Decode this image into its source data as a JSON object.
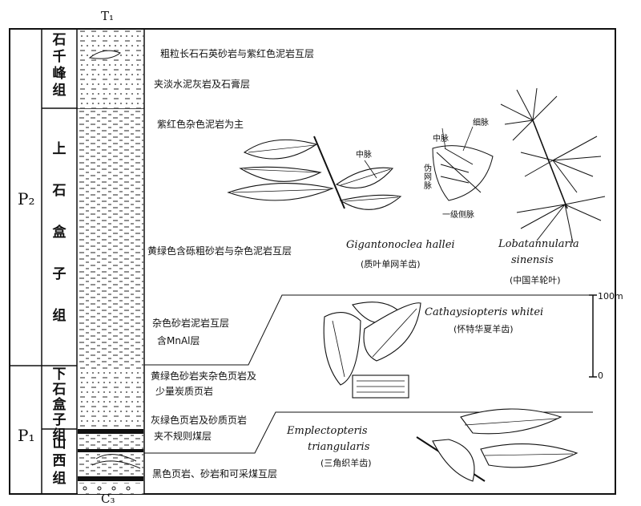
{
  "boundaries": {
    "top": "T₁",
    "bottom": "C₃"
  },
  "series": [
    {
      "id": "p2",
      "label": "P₂"
    },
    {
      "id": "p1",
      "label": "P₁"
    }
  ],
  "formations": [
    {
      "id": "shiqianfeng",
      "label": "石千峰组"
    },
    {
      "id": "shangshihezi",
      "label": "上石盒子组"
    },
    {
      "id": "xiashihezi",
      "label": "下石盒子组"
    },
    {
      "id": "shanxi",
      "label": "山西组"
    }
  ],
  "descriptions": [
    "粗粒长石石英砂岩与紫红色泥岩互层",
    "夹淡水泥灰岩及石膏层",
    "紫红色杂色泥岩为主",
    "黄绿色含砾粗砂岩与杂色泥岩互层",
    "杂色砂岩泥岩互层",
    "含MnAl层",
    "黄绿色砂岩夹杂色页岩及",
    "少量炭质页岩",
    "灰绿色页岩及砂质页岩",
    "夹不规则煤层",
    "黑色页岩、砂岩和可采煤互层"
  ],
  "fossils": [
    {
      "id": "gigantonoclea",
      "latin": "Gigantonoclea hallei",
      "chinese": "(质叶单网羊齿)"
    },
    {
      "id": "lobatannularia",
      "latin": "Lobatannularia",
      "latin2": "sinensis",
      "chinese": "(中国羊轮叶)"
    },
    {
      "id": "cathaysiopteris",
      "latin": "Cathaysiopteris whitei",
      "chinese": "(怀特华夏羊齿)"
    },
    {
      "id": "emplectopteris",
      "latin": "Emplectopteris",
      "latin2": "triangularis",
      "chinese": "(三角织羊齿)"
    }
  ],
  "annotations": {
    "midrib1": "中脉",
    "midrib2": "中脉",
    "veinlet": "细脉",
    "netvein": "伪网脉",
    "lateral": "一级侧脉"
  },
  "scale": {
    "top_label": "100m",
    "bottom_label": "0"
  }
}
